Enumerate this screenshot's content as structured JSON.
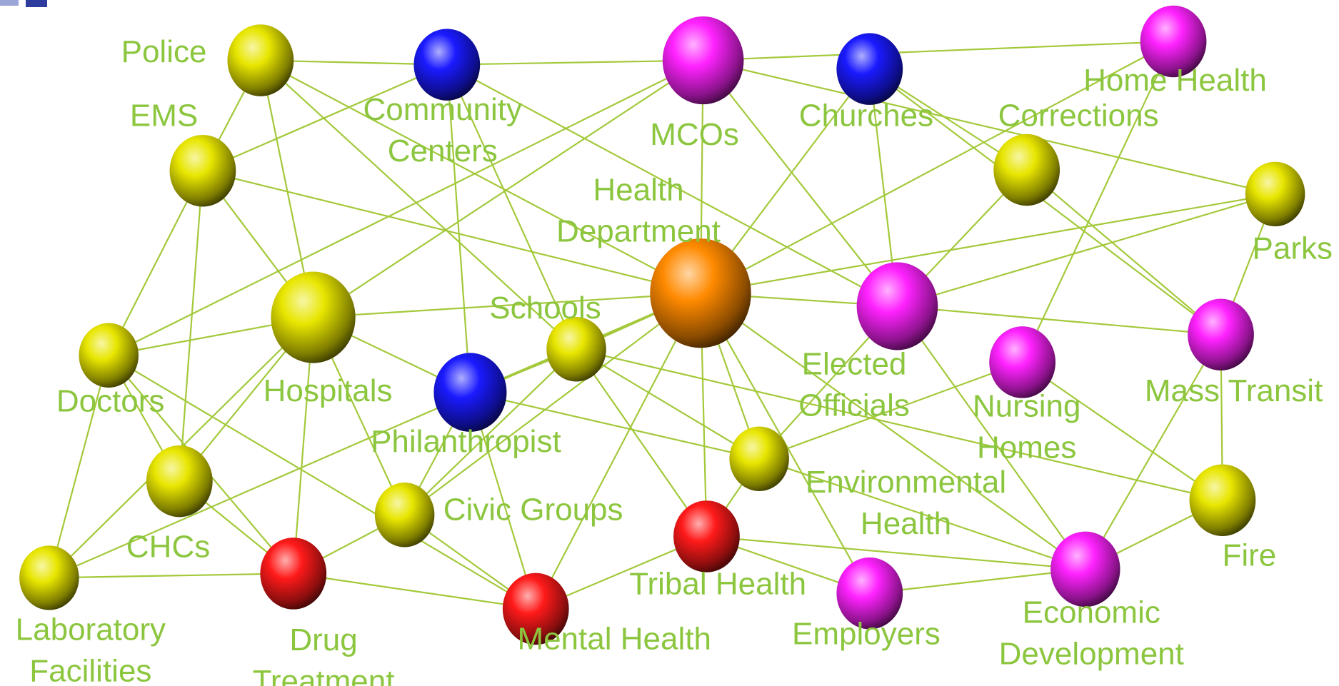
{
  "colors": {
    "label": "#8cc63f",
    "edge": "#a3c93a",
    "yellow": "#e8e600",
    "blue": "#1a1aff",
    "magenta": "#ff22ff",
    "red": "#ff1a1a",
    "orange": "#ff8a00"
  },
  "nodes": [
    {
      "id": "police",
      "label": [
        "Police"
      ],
      "color": "yellow"
    },
    {
      "id": "community-centers",
      "label": [
        "Community",
        "Centers"
      ],
      "color": "blue"
    },
    {
      "id": "mcos",
      "label": [
        "MCOs"
      ],
      "color": "magenta"
    },
    {
      "id": "churches",
      "label": [
        "Churches"
      ],
      "color": "blue"
    },
    {
      "id": "home-health",
      "label": [
        "Home Health"
      ],
      "color": "magenta"
    },
    {
      "id": "ems",
      "label": [
        "EMS"
      ],
      "color": "yellow"
    },
    {
      "id": "corrections",
      "label": [
        "Corrections"
      ],
      "color": "yellow"
    },
    {
      "id": "parks",
      "label": [
        "Parks"
      ],
      "color": "yellow"
    },
    {
      "id": "health-department",
      "label": [
        "Health",
        "Department"
      ],
      "color": "orange"
    },
    {
      "id": "hospitals",
      "label": [
        "Hospitals"
      ],
      "color": "yellow"
    },
    {
      "id": "schools",
      "label": [
        "Schools"
      ],
      "color": "yellow"
    },
    {
      "id": "elected-officials",
      "label": [
        "Elected",
        "Officials"
      ],
      "color": "magenta"
    },
    {
      "id": "doctors",
      "label": [
        "Doctors"
      ],
      "color": "yellow"
    },
    {
      "id": "philanthropist",
      "label": [
        "Philanthropist"
      ],
      "color": "blue"
    },
    {
      "id": "nursing-homes",
      "label": [
        "Nursing",
        "Homes"
      ],
      "color": "magenta"
    },
    {
      "id": "mass-transit",
      "label": [
        "Mass Transit"
      ],
      "color": "magenta"
    },
    {
      "id": "environmental-health",
      "label": [
        "Environmental",
        "Health"
      ],
      "color": "yellow"
    },
    {
      "id": "chcs",
      "label": [
        "CHCs"
      ],
      "color": "yellow"
    },
    {
      "id": "civic-groups",
      "label": [
        "Civic Groups"
      ],
      "color": "yellow"
    },
    {
      "id": "fire",
      "label": [
        "Fire"
      ],
      "color": "yellow"
    },
    {
      "id": "tribal-health",
      "label": [
        "Tribal Health"
      ],
      "color": "red"
    },
    {
      "id": "laboratory-facilities",
      "label": [
        "Laboratory",
        "Facilities"
      ],
      "color": "yellow"
    },
    {
      "id": "drug-treatment",
      "label": [
        "Drug",
        "Treatment"
      ],
      "color": "red"
    },
    {
      "id": "mental-health",
      "label": [
        "Mental Health"
      ],
      "color": "red"
    },
    {
      "id": "employers",
      "label": [
        "Employers"
      ],
      "color": "magenta"
    },
    {
      "id": "economic-development",
      "label": [
        "Economic",
        "Development"
      ],
      "color": "magenta"
    }
  ],
  "edges": [
    [
      "police",
      "community-centers"
    ],
    [
      "police",
      "ems"
    ],
    [
      "police",
      "hospitals"
    ],
    [
      "police",
      "schools"
    ],
    [
      "police",
      "health-department"
    ],
    [
      "community-centers",
      "ems"
    ],
    [
      "community-centers",
      "mcos"
    ],
    [
      "community-centers",
      "philanthropist"
    ],
    [
      "community-centers",
      "schools"
    ],
    [
      "community-centers",
      "elected-officials"
    ],
    [
      "mcos",
      "home-health"
    ],
    [
      "mcos",
      "health-department"
    ],
    [
      "mcos",
      "hospitals"
    ],
    [
      "mcos",
      "doctors"
    ],
    [
      "mcos",
      "elected-officials"
    ],
    [
      "churches",
      "health-department"
    ],
    [
      "churches",
      "elected-officials"
    ],
    [
      "churches",
      "corrections"
    ],
    [
      "churches",
      "mass-transit"
    ],
    [
      "home-health",
      "health-department"
    ],
    [
      "home-health",
      "nursing-homes"
    ],
    [
      "ems",
      "hospitals"
    ],
    [
      "ems",
      "doctors"
    ],
    [
      "ems",
      "chcs"
    ],
    [
      "ems",
      "health-department"
    ],
    [
      "corrections",
      "elected-officials"
    ],
    [
      "corrections",
      "mass-transit"
    ],
    [
      "parks",
      "health-department"
    ],
    [
      "parks",
      "elected-officials"
    ],
    [
      "parks",
      "mass-transit"
    ],
    [
      "parks",
      "mcos"
    ],
    [
      "health-department",
      "hospitals"
    ],
    [
      "health-department",
      "schools"
    ],
    [
      "health-department",
      "elected-officials"
    ],
    [
      "health-department",
      "philanthropist"
    ],
    [
      "health-department",
      "civic-groups"
    ],
    [
      "health-department",
      "tribal-health"
    ],
    [
      "health-department",
      "environmental-health"
    ],
    [
      "health-department",
      "mental-health"
    ],
    [
      "health-department",
      "employers"
    ],
    [
      "health-department",
      "economic-development"
    ],
    [
      "health-department",
      "laboratory-facilities"
    ],
    [
      "hospitals",
      "doctors"
    ],
    [
      "hospitals",
      "philanthropist"
    ],
    [
      "hospitals",
      "drug-treatment"
    ],
    [
      "hospitals",
      "civic-groups"
    ],
    [
      "hospitals",
      "laboratory-facilities"
    ],
    [
      "hospitals",
      "chcs"
    ],
    [
      "schools",
      "philanthropist"
    ],
    [
      "schools",
      "civic-groups"
    ],
    [
      "schools",
      "tribal-health"
    ],
    [
      "schools",
      "environmental-health"
    ],
    [
      "schools",
      "fire"
    ],
    [
      "elected-officials",
      "mass-transit"
    ],
    [
      "elected-officials",
      "environmental-health"
    ],
    [
      "elected-officials",
      "economic-development"
    ],
    [
      "doctors",
      "laboratory-facilities"
    ],
    [
      "doctors",
      "drug-treatment"
    ],
    [
      "doctors",
      "mental-health"
    ],
    [
      "doctors",
      "chcs"
    ],
    [
      "philanthropist",
      "mental-health"
    ],
    [
      "philanthropist",
      "environmental-health"
    ],
    [
      "philanthropist",
      "civic-groups"
    ],
    [
      "nursing-homes",
      "environmental-health"
    ],
    [
      "nursing-homes",
      "fire"
    ],
    [
      "mass-transit",
      "fire"
    ],
    [
      "mass-transit",
      "economic-development"
    ],
    [
      "environmental-health",
      "tribal-health"
    ],
    [
      "environmental-health",
      "economic-development"
    ],
    [
      "chcs",
      "drug-treatment"
    ],
    [
      "civic-groups",
      "drug-treatment"
    ],
    [
      "civic-groups",
      "mental-health"
    ],
    [
      "fire",
      "economic-development"
    ],
    [
      "tribal-health",
      "mental-health"
    ],
    [
      "tribal-health",
      "employers"
    ],
    [
      "tribal-health",
      "economic-development"
    ],
    [
      "laboratory-facilities",
      "drug-treatment"
    ],
    [
      "drug-treatment",
      "mental-health"
    ],
    [
      "employers",
      "economic-development"
    ]
  ]
}
